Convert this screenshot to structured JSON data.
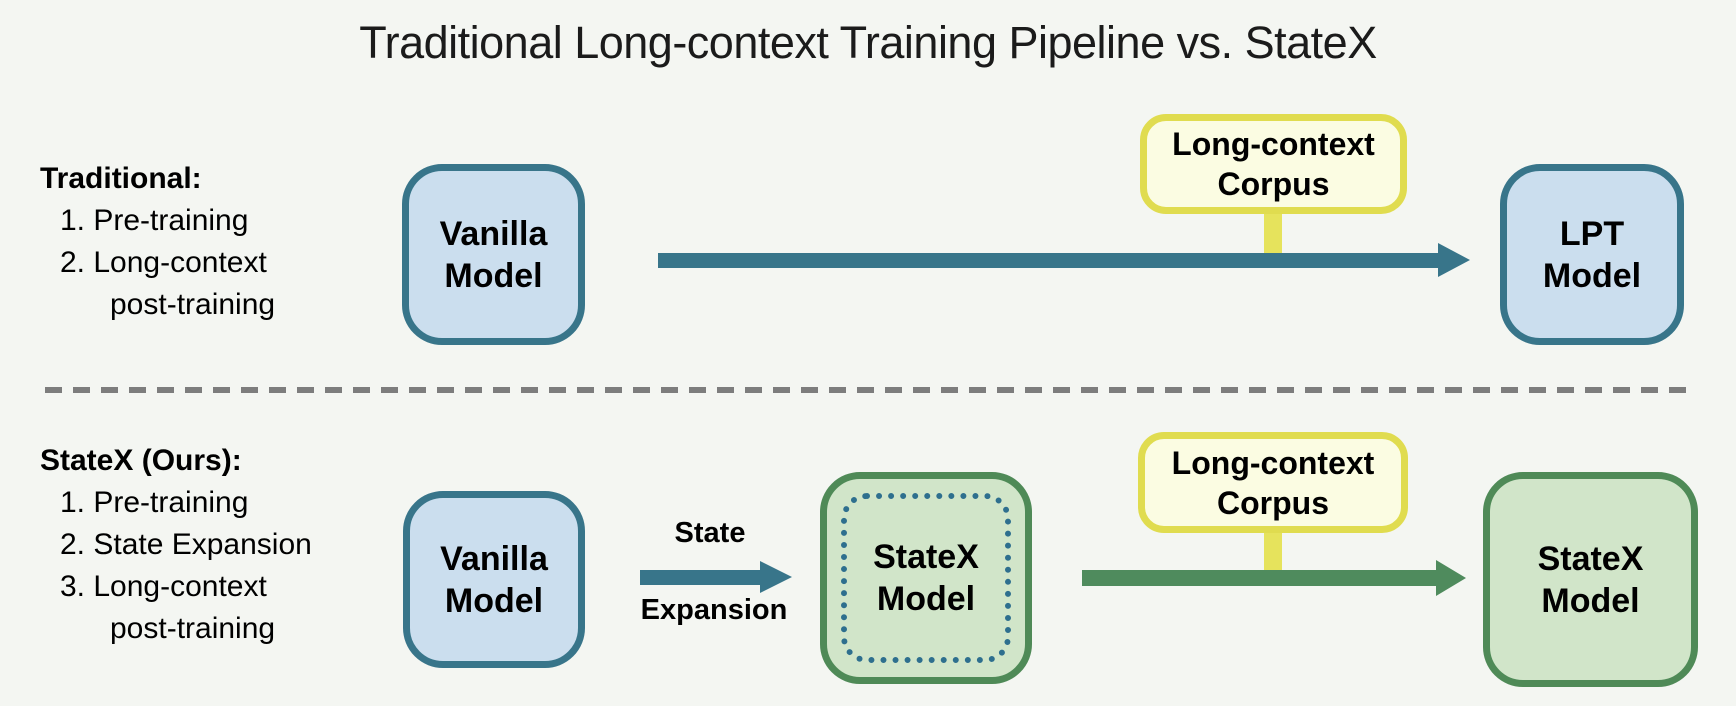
{
  "title": "Traditional Long-context Training Pipeline vs. StateX",
  "traditional": {
    "heading": "Traditional:",
    "steps": [
      "1. Pre-training",
      "2. Long-context",
      "post-training"
    ],
    "vanilla_box": {
      "line1": "Vanilla",
      "line2": "Model"
    },
    "corpus_box": {
      "line1": "Long-context",
      "line2": "Corpus"
    },
    "lpt_box": {
      "line1": "LPT",
      "line2": "Model"
    }
  },
  "statex": {
    "heading": "StateX (Ours):",
    "steps": [
      "1. Pre-training",
      "2. State Expansion",
      "3. Long-context",
      "post-training"
    ],
    "vanilla_box": {
      "line1": "Vanilla",
      "line2": "Model"
    },
    "expansion_arrow": {
      "label_top": "State",
      "label_bottom": "Expansion"
    },
    "statex_mid_box": {
      "line1": "StateX",
      "line2": "Model"
    },
    "corpus_box": {
      "line1": "Long-context",
      "line2": "Corpus"
    },
    "statex_final_box": {
      "line1": "StateX",
      "line2": "Model"
    }
  },
  "colors": {
    "background": "#f4f6f2",
    "blue_fill": "#cbdeee",
    "teal_border": "#38758a",
    "green_fill": "#d1e5c9",
    "green_border": "#4f8a57",
    "green_arrow": "#4f8b5d",
    "yellow_fill": "#fbfce2",
    "yellow_border": "#e0dc4f",
    "dotted_inner": "#2e6f8e",
    "divider_gray": "#7d7d7d",
    "title_text": "#1b1b1b"
  }
}
